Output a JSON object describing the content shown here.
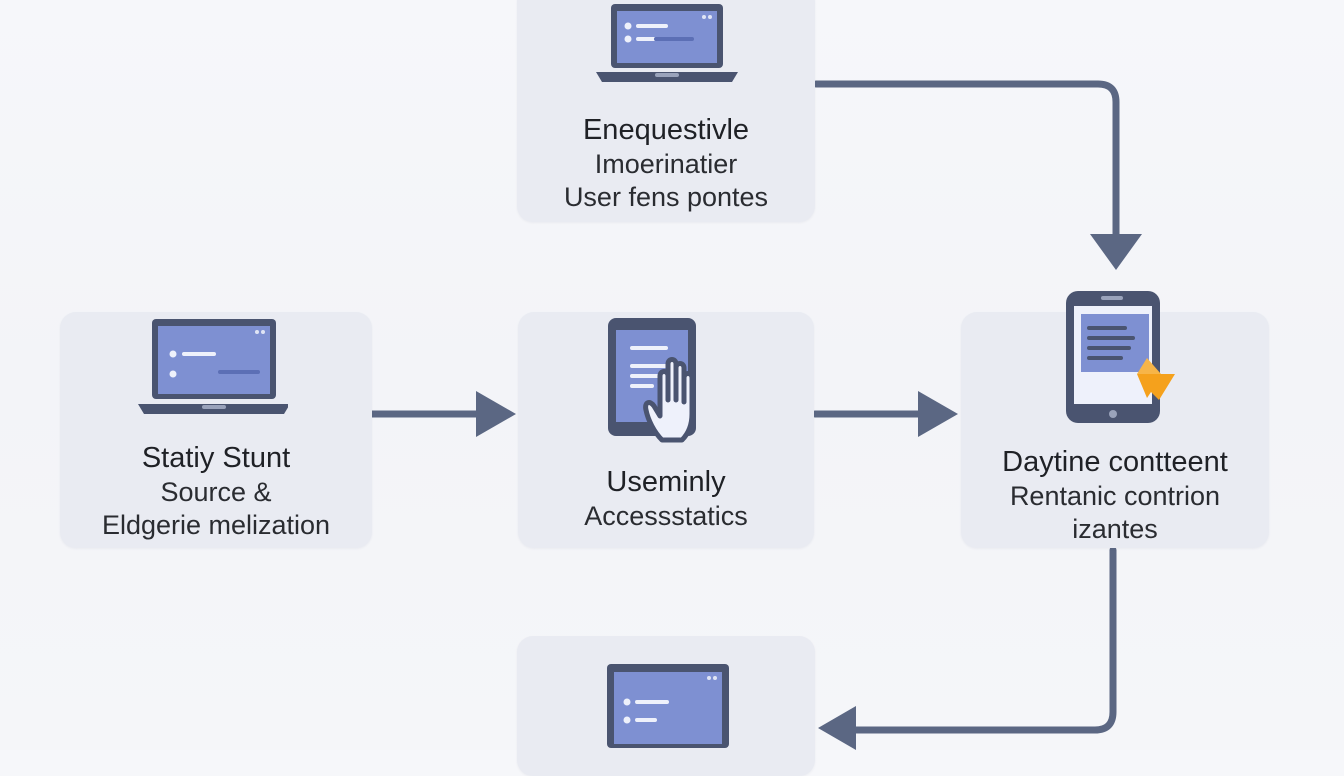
{
  "nodes": {
    "top": {
      "title": "Enequestivle",
      "line2": "Imoerinatier",
      "line3": "User fens pontes"
    },
    "left": {
      "title": "Statiy Stunt",
      "line2": "Source &",
      "line3": "Eldgerie melization"
    },
    "middle": {
      "title": "Useminly",
      "line2": "Accessstatics"
    },
    "right": {
      "title": "Daytine contteent",
      "line2": "Rentanic contrion",
      "line3": "izantes"
    },
    "bottom": {}
  },
  "icons": {
    "top": "laptop-icon",
    "left": "laptop-icon",
    "middle": "tablet-hand-icon",
    "right": "phone-document-icon",
    "bottom": "laptop-icon"
  },
  "colors": {
    "card": "#e9ebf2",
    "device_outline": "#4a5470",
    "screen": "#7e90d2",
    "connector": "#5b6783",
    "accent": "#f5a11c"
  }
}
